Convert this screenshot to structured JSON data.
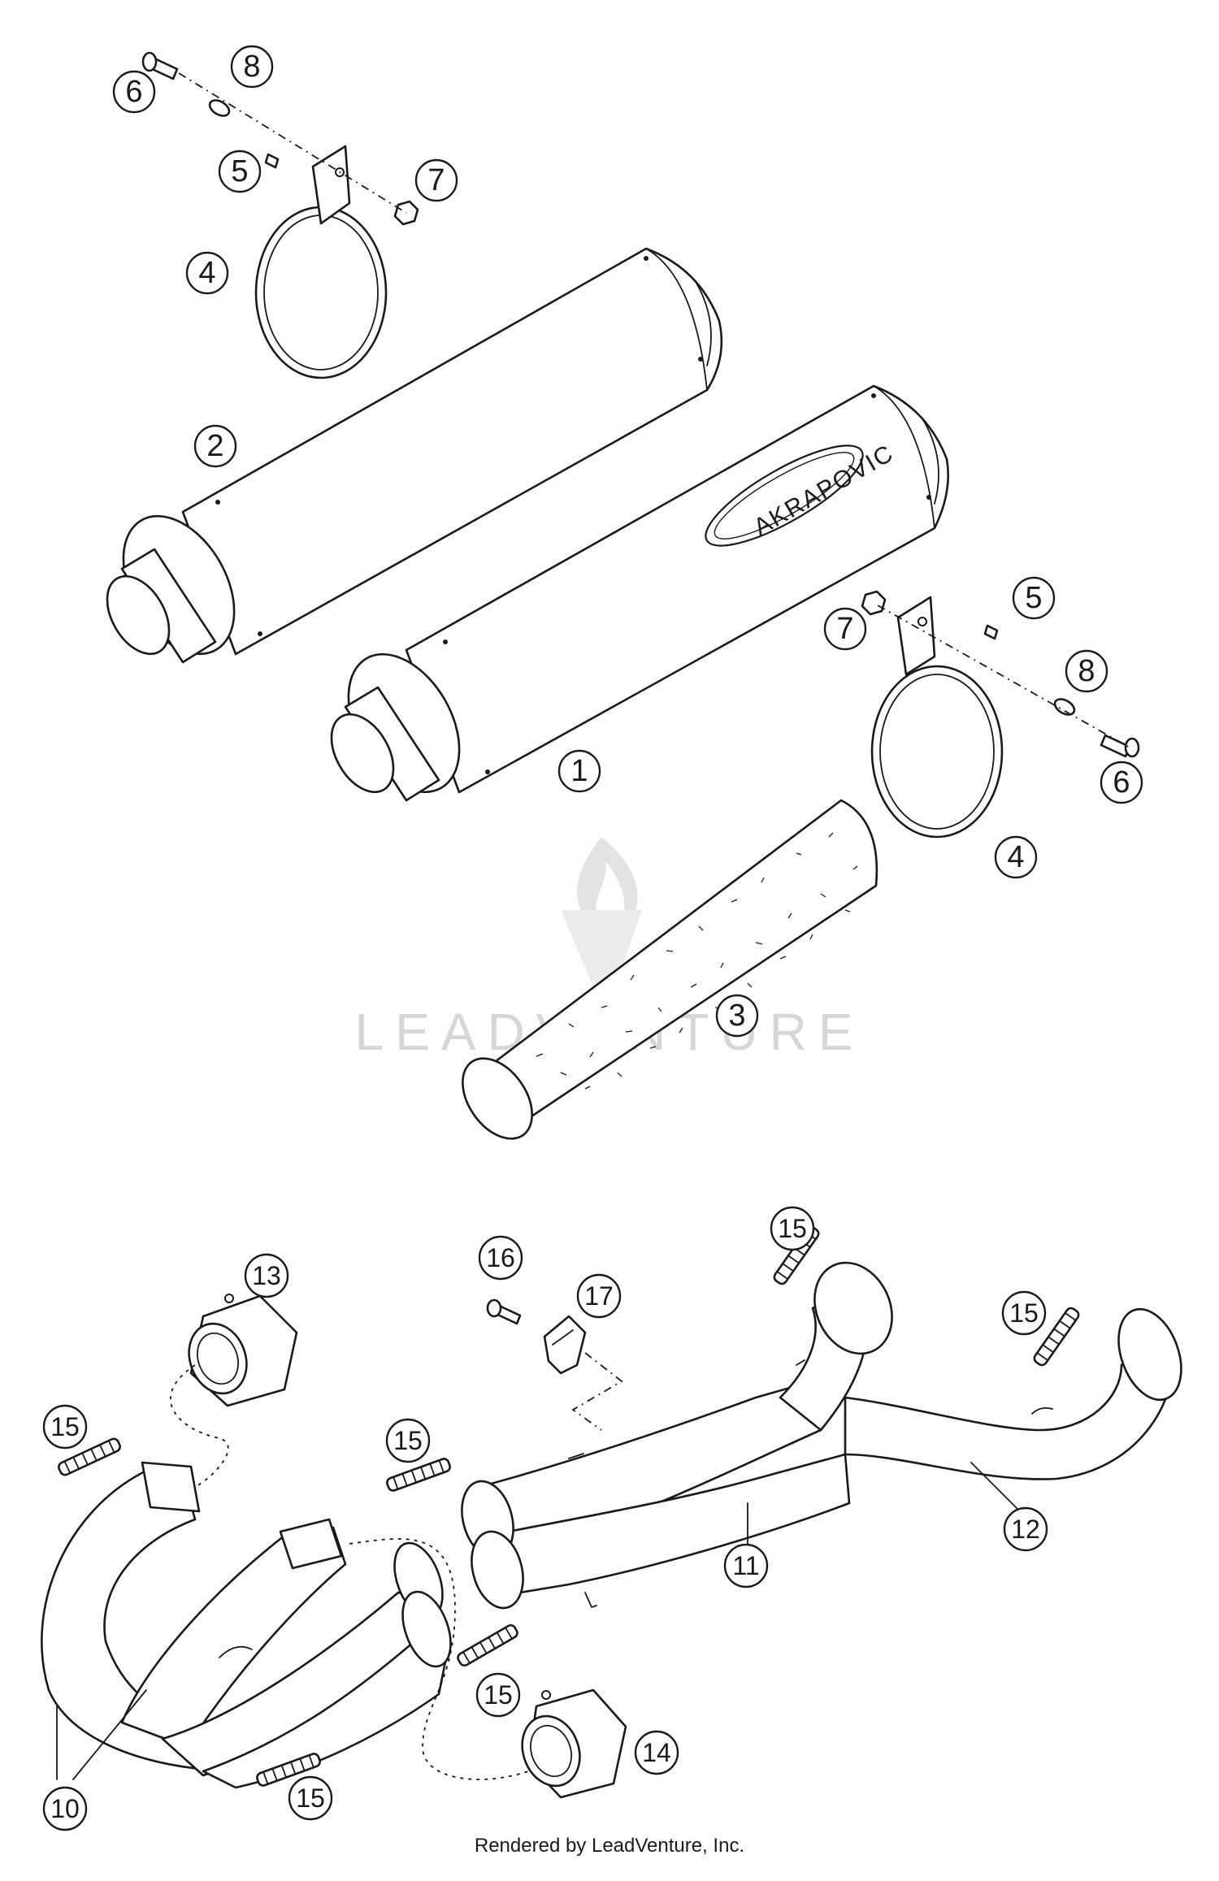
{
  "watermark": "LEADVENTURE",
  "brand_label": "AKRAPOVIC",
  "footer": "Rendered by LeadVenture, Inc.",
  "callouts": [
    {
      "id": "6-top",
      "label": "6"
    },
    {
      "id": "8-top",
      "label": "8"
    },
    {
      "id": "5-top",
      "label": "5"
    },
    {
      "id": "7-top",
      "label": "7"
    },
    {
      "id": "4-top",
      "label": "4"
    },
    {
      "id": "2",
      "label": "2"
    },
    {
      "id": "1",
      "label": "1"
    },
    {
      "id": "7-right",
      "label": "7"
    },
    {
      "id": "5-right",
      "label": "5"
    },
    {
      "id": "8-right",
      "label": "8"
    },
    {
      "id": "6-right",
      "label": "6"
    },
    {
      "id": "4-right",
      "label": "4"
    },
    {
      "id": "3",
      "label": "3"
    },
    {
      "id": "13",
      "label": "13"
    },
    {
      "id": "16",
      "label": "16"
    },
    {
      "id": "17",
      "label": "17"
    },
    {
      "id": "15-a",
      "label": "15"
    },
    {
      "id": "15-b",
      "label": "15"
    },
    {
      "id": "15-c",
      "label": "15"
    },
    {
      "id": "15-d",
      "label": "15"
    },
    {
      "id": "15-e",
      "label": "15"
    },
    {
      "id": "15-f",
      "label": "15"
    },
    {
      "id": "12",
      "label": "12"
    },
    {
      "id": "11",
      "label": "11"
    },
    {
      "id": "14",
      "label": "14"
    },
    {
      "id": "10",
      "label": "10"
    }
  ]
}
